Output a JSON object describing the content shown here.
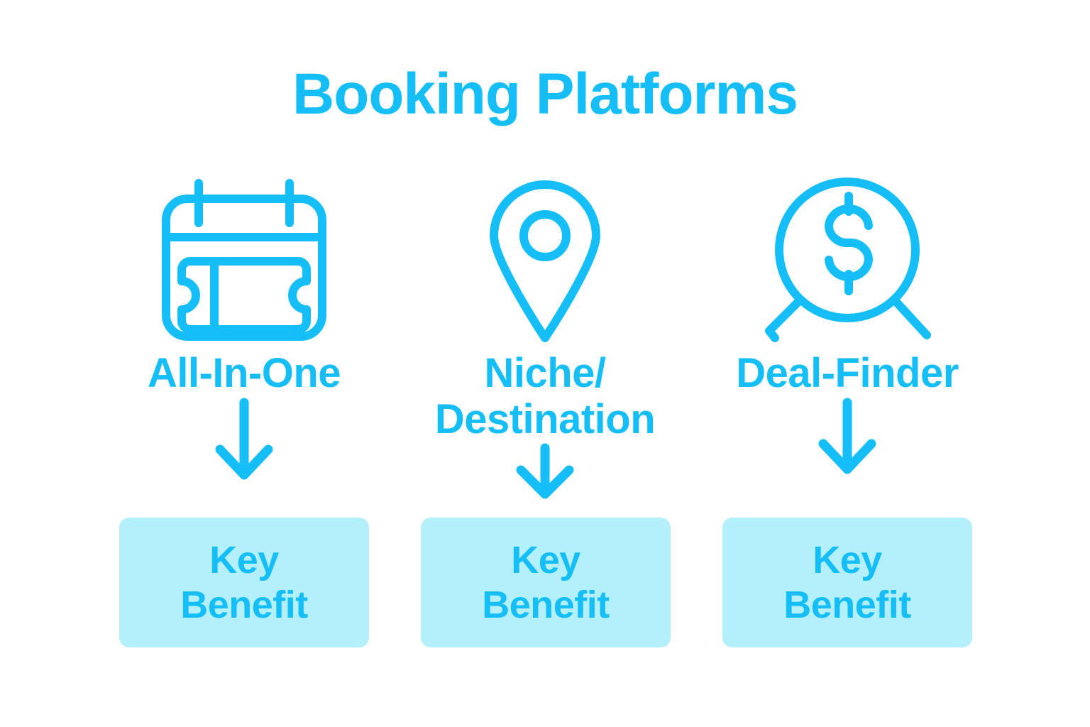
{
  "title": "Booking Platforms",
  "colors": {
    "accent": "#16BEF7",
    "box_fill": "#B4EFFC",
    "background": "#FFFFFF"
  },
  "columns": [
    {
      "icon": "calendar-ticket-icon",
      "label": "All-In-One",
      "label_line1": "All-In-One",
      "label_line2": "",
      "arrow": "down-arrow-icon",
      "benefit_line1": "Key",
      "benefit_line2": "Benefit"
    },
    {
      "icon": "map-pin-icon",
      "label": "Niche/ Destination",
      "label_line1": "Niche/",
      "label_line2": "Destination",
      "arrow": "down-arrow-icon",
      "benefit_line1": "Key",
      "benefit_line2": "Benefit"
    },
    {
      "icon": "magnifier-dollar-icon",
      "label": "Deal-Finder",
      "label_line1": "Deal-Finder",
      "label_line2": "",
      "arrow": "down-arrow-icon",
      "benefit_line1": "Key",
      "benefit_line2": "Benefit"
    }
  ]
}
